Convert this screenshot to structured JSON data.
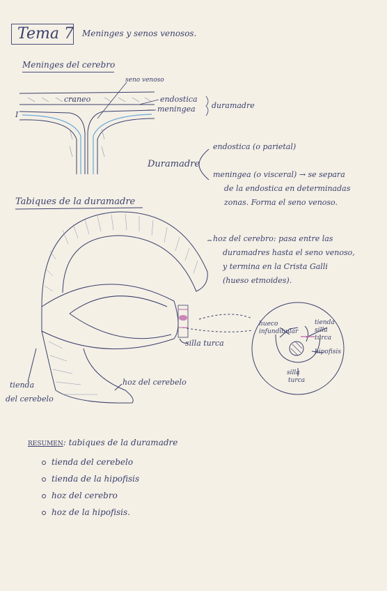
{
  "header": {
    "tema_label": "Tema 7",
    "title": "Meninges y senos venosos."
  },
  "section1": {
    "heading": "Meninges del cerebro",
    "diagram": {
      "seno_venoso": "seno venoso",
      "craneo": "craneo",
      "endostica": "endostica",
      "meningea": "meningea",
      "duramadre": "duramadre",
      "marker": "I"
    },
    "duramadre_tree": {
      "root": "Duramadre",
      "branch1": "endostica (o parietal)",
      "branch2_line1": "meningea (o visceral) → se separa",
      "branch2_line2": "de la endostica en determinadas",
      "branch2_line3": "zonas. Forma el seno venoso."
    }
  },
  "section2": {
    "heading": "Tabiques de la duramadre",
    "hoz_cerebro_note": [
      "hoz del cerebro: pasa entre las",
      "duramadres hasta el seno venoso,",
      "y termina en la Crista Galli",
      "(hueso etmoides)."
    ],
    "silla_turca": "silla turca",
    "tienda_cerebelo": [
      "tienda",
      "del cerebelo"
    ],
    "hoz_cerebelo": "hoz del cerebelo",
    "inset": {
      "hueco_infundibular": [
        "hueco",
        "infundibular"
      ],
      "tienda_silla_turca": [
        "tienda",
        "silla",
        "turca"
      ],
      "hipofisis": "hipofisis",
      "silla_turca": [
        "silla",
        "turca"
      ]
    }
  },
  "resumen": {
    "heading_strong": "RESUMEN",
    "heading_rest": ": tabiques de la duramadre",
    "items": [
      "tienda del cerebelo",
      "tienda de la hipofisis",
      "hoz del cerebro",
      "hoz de la hipofisis."
    ]
  },
  "colors": {
    "ink": "#3a3f6b",
    "paper": "#f4f0e6",
    "accent_blue": "#6aa8d8",
    "accent_pink": "#c060a8"
  }
}
